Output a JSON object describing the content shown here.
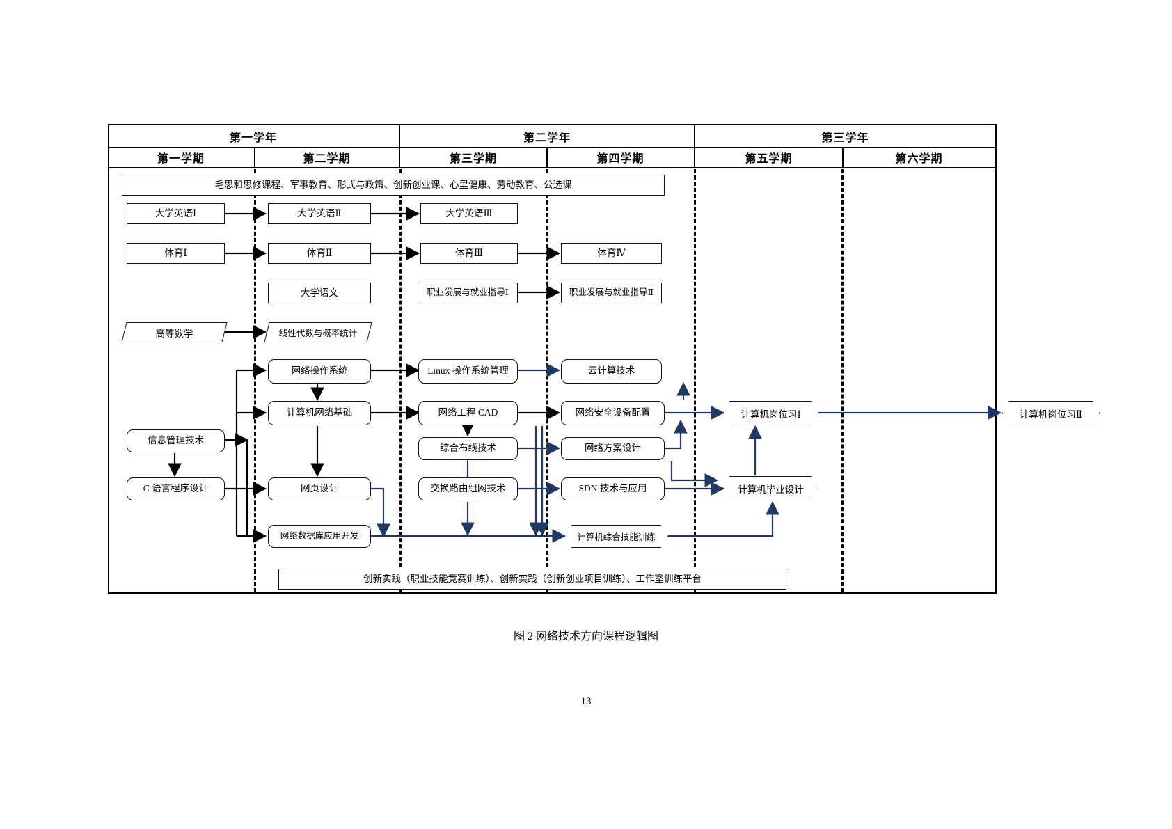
{
  "document": {
    "caption": "图 2 网络技术方向课程逻辑图",
    "page_number": "13"
  },
  "header": {
    "years": [
      {
        "label": "第一学年"
      },
      {
        "label": "第二学年"
      },
      {
        "label": "第三学年"
      }
    ],
    "semesters": [
      {
        "label": "第一学期"
      },
      {
        "label": "第二学期"
      },
      {
        "label": "第三学期"
      },
      {
        "label": "第四学期"
      },
      {
        "label": "第五学期"
      },
      {
        "label": "第六学期"
      }
    ]
  },
  "banners": {
    "top": "毛思和思修课程、军事教育、形式与政策、创新创业课、心里健康、劳动教育、公选课",
    "bottom": "创新实践（职业技能竞赛训练）、创新实践（创新创业项目训练）、工作室训练平台"
  },
  "nodes": {
    "english1": "大学英语Ⅰ",
    "english2": "大学英语Ⅱ",
    "english3": "大学英语Ⅲ",
    "pe1": "体育Ⅰ",
    "pe2": "体育Ⅱ",
    "pe3": "体育Ⅲ",
    "pe4": "体育Ⅳ",
    "chinese": "大学语文",
    "career1": "职业发展与就业指导Ⅰ",
    "career2": "职业发展与就业指导Ⅱ",
    "math": "高等数学",
    "linalg": "线性代数与概率统计",
    "netos": "网络操作系统",
    "linux": "Linux 操作系统管理",
    "cloud": "云计算技术",
    "netbasic": "计算机网络基础",
    "netcad": "网络工程 CAD",
    "netsec": "网络安全设备配置",
    "cabling": "综合布线技术",
    "netplan": "网络方案设计",
    "infotech": "信息管理技术",
    "clang": "C 语言程序设计",
    "webdesign": "网页设计",
    "routing": "交换路由组网技术",
    "sdn": "SDN 技术与应用",
    "netdb": "网络数据库应用开发",
    "skilltrain": "计算机综合技能训练",
    "intern1": "计算机岗位习Ⅰ",
    "intern2": "计算机岗位习Ⅱ",
    "graddesign": "计算机毕业设计"
  },
  "colors": {
    "line_black": "#000000",
    "line_navy": "#1f3864",
    "node_border": "#111111",
    "background": "#ffffff"
  }
}
